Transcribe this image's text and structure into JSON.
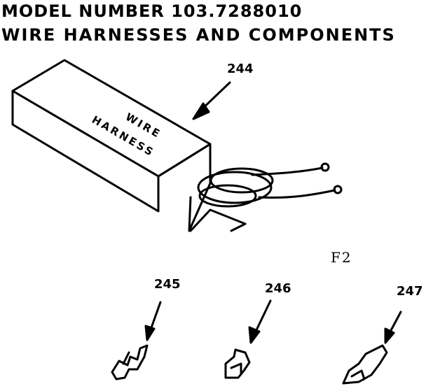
{
  "header": {
    "model_line": "MODEL NUMBER  103.7288010",
    "subtitle": "WIRE HARNESSES AND COMPONENTS"
  },
  "box_label": {
    "line1": "WIRE",
    "line2": "HARNESS"
  },
  "figure_label": "F2",
  "callouts": {
    "harness": "244",
    "terminal_a": "245",
    "terminal_b": "246",
    "terminal_c": "247"
  },
  "colors": {
    "ink": "#000000",
    "paper": "#ffffff"
  }
}
